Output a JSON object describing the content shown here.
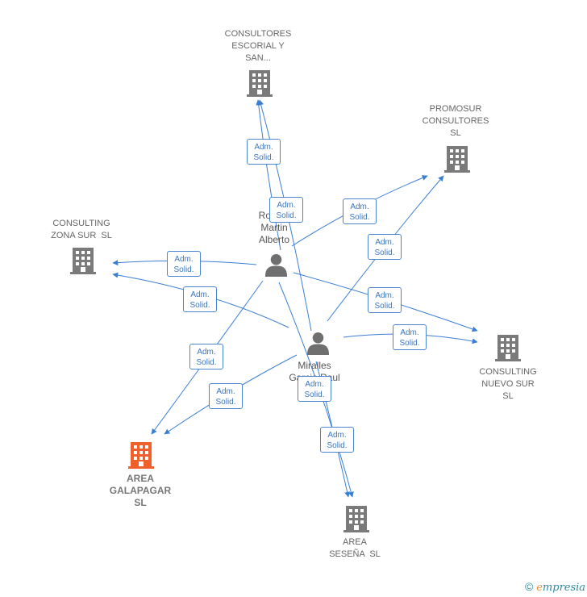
{
  "companies": [
    {
      "id": "escorial",
      "lines": [
        "CONSULTORES",
        "ESCORIAL Y",
        "SAN..."
      ],
      "main": false
    },
    {
      "id": "promosur",
      "lines": [
        "PROMOSUR",
        "CONSULTORES",
        "SL"
      ],
      "main": false
    },
    {
      "id": "zonasur",
      "lines": [
        "CONSULTING",
        "ZONA SUR  SL"
      ],
      "main": false
    },
    {
      "id": "nuevosur",
      "lines": [
        "CONSULTING",
        "NUEVO SUR",
        "SL"
      ],
      "main": false
    },
    {
      "id": "galapagar",
      "lines": [
        "AREA",
        "GALAPAGAR",
        "SL"
      ],
      "main": true
    },
    {
      "id": "sesena",
      "lines": [
        "AREA",
        "SESEÑA  SL"
      ],
      "main": false
    }
  ],
  "persons": [
    {
      "id": "roman",
      "lines": [
        "Roman",
        "Martin",
        "Alberto"
      ]
    },
    {
      "id": "miralles",
      "lines": [
        "Miralles",
        "Garcia Raul"
      ]
    }
  ],
  "edge_label": [
    "Adm.",
    "Solid."
  ],
  "colors": {
    "edge": "#3b7fd4",
    "building": "#7a7a7a",
    "building_main": "#f0602b",
    "person": "#6f6f6f"
  },
  "footer": {
    "copyright": "©",
    "brand_first": "e",
    "brand_rest": "mpresia"
  }
}
